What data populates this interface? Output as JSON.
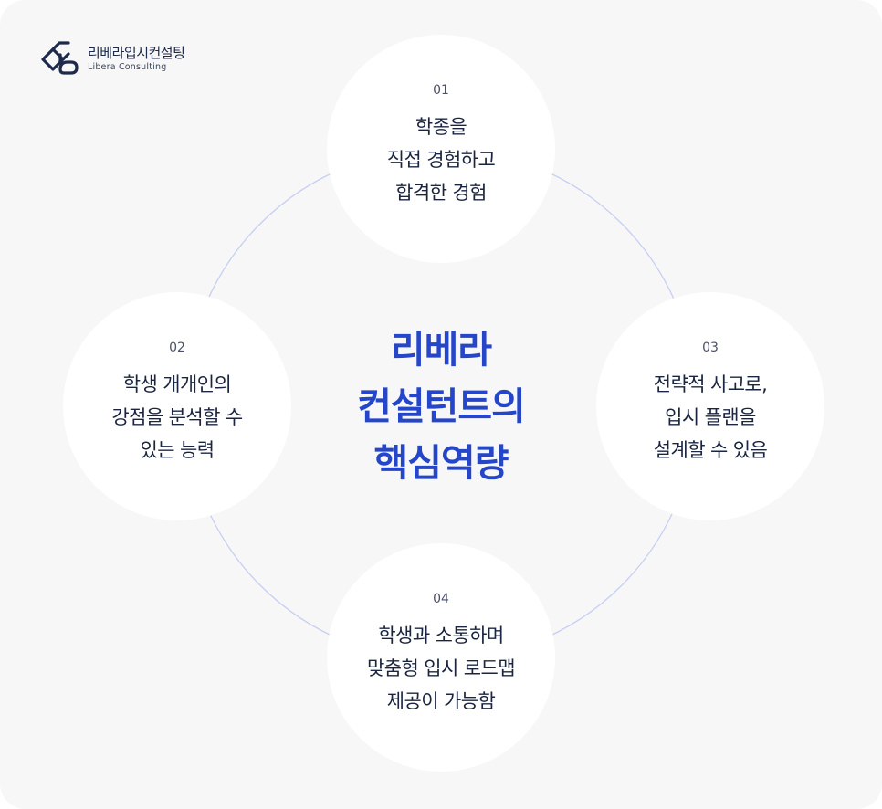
{
  "brand": {
    "name_kr": "리베라입시컨설팅",
    "name_en": "Libera Consulting",
    "logo_icon": "libera-monogram-icon"
  },
  "center_title": {
    "line1": "리베라",
    "line2": "컨설턴트의",
    "line3": "핵심역량"
  },
  "competencies": [
    {
      "number": "01",
      "lines": [
        "학종을",
        "직접 경험하고",
        "합격한 경험"
      ]
    },
    {
      "number": "02",
      "lines": [
        "학생 개개인의",
        "강점을 분석할 수",
        "있는 능력"
      ]
    },
    {
      "number": "03",
      "lines": [
        "전략적 사고로,",
        "입시 플랜을",
        "설계할 수 있음"
      ]
    },
    {
      "number": "04",
      "lines": [
        "학생과 소통하며",
        "맞춤형 입시 로드맵",
        "제공이 가능함"
      ]
    }
  ],
  "colors": {
    "background": "#f7f7f8",
    "accent": "#2546c8",
    "ring": "#c7cff2",
    "text": "#1b2540"
  }
}
